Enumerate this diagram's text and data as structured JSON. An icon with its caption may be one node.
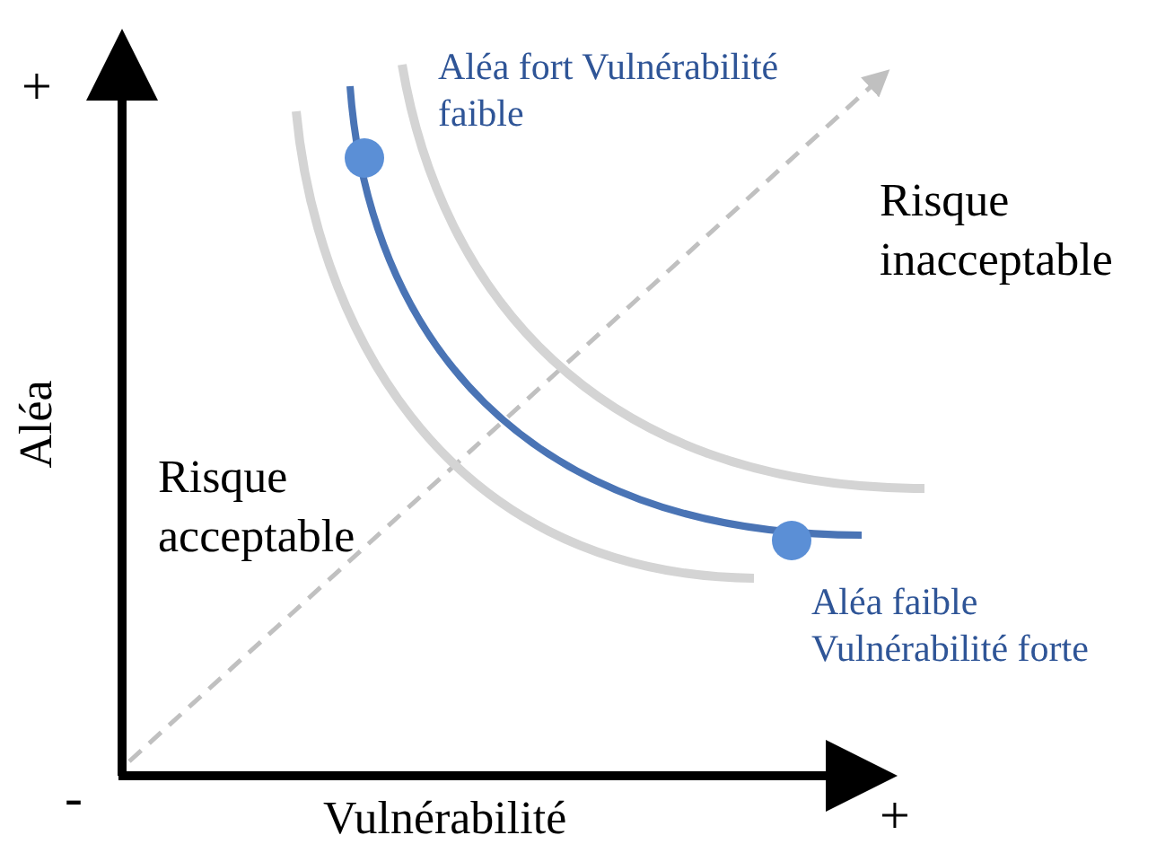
{
  "diagram": {
    "labels": [
      "+",
      "Aléa fort Vulnérabilité faible",
      "Risque inacceptable",
      "Aléa",
      "Risque acceptable",
      "Aléa faible Vulnérabilité forte",
      "-",
      "Vulnérabilité",
      "+"
    ]
  }
}
